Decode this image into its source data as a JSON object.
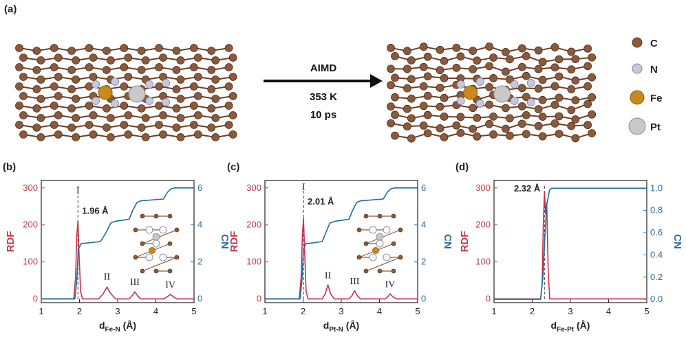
{
  "colors": {
    "rdf": "#c9304a",
    "cn": "#1f6a9b",
    "carbon": "#8b5a3c",
    "nitrogen": "#c6c9dc",
    "iron": "#c98a1b",
    "platinum": "#c9c9c9"
  },
  "structure_panel": {
    "label": "(a)",
    "arrow_lines": [
      "AIMD",
      "353 K",
      "10 ps"
    ],
    "legend": [
      {
        "symbol": "C",
        "color": "#8b5a3c"
      },
      {
        "symbol": "N",
        "color": "#c6c9dc"
      },
      {
        "symbol": "Fe",
        "color": "#c98a1b"
      },
      {
        "symbol": "Pt",
        "color": "#c9c9c9"
      }
    ]
  },
  "chart_data": [
    {
      "type": "line",
      "panel_label": "(b)",
      "xlabel": "d",
      "xlabel_sub": "Fe-N",
      "xlabel_unit": " (Å)",
      "ylabel": "RDF",
      "y2label": "CN",
      "xlim": [
        1,
        5
      ],
      "ylim": [
        -10,
        320
      ],
      "y2lim": [
        -0.2,
        6.4
      ],
      "xticks": [
        1,
        2,
        3,
        4,
        5
      ],
      "yticks": [
        0,
        100,
        200,
        300
      ],
      "y2ticks": [
        0,
        2,
        4,
        6
      ],
      "series": [
        {
          "axis": "left",
          "x": [
            1.0,
            1.85,
            1.9,
            1.93,
            1.96,
            1.99,
            2.03,
            2.08,
            2.5,
            2.62,
            2.72,
            2.82,
            2.95,
            3.3,
            3.38,
            3.45,
            3.52,
            3.6,
            4.2,
            4.3,
            4.38,
            4.46,
            4.55,
            5.0
          ],
          "y": [
            0,
            0,
            60,
            170,
            210,
            120,
            20,
            0,
            0,
            14,
            32,
            14,
            0,
            0,
            9,
            19,
            9,
            0,
            0,
            6,
            12,
            6,
            0,
            0
          ]
        },
        {
          "axis": "right",
          "x": [
            1.0,
            1.88,
            1.93,
            1.97,
            2.05,
            2.1,
            2.55,
            2.7,
            2.82,
            2.95,
            3.3,
            3.4,
            3.5,
            3.6,
            4.2,
            4.3,
            4.4,
            4.5,
            5.0
          ],
          "y": [
            0,
            0,
            1.0,
            2.7,
            3.0,
            3.0,
            3.1,
            3.6,
            4.1,
            4.2,
            4.3,
            4.8,
            5.2,
            5.3,
            5.4,
            5.75,
            5.95,
            6.0,
            6.0
          ]
        }
      ],
      "annotations": [
        {
          "text": "1.96 Å",
          "x": 1.96,
          "y": 230
        },
        {
          "text": "I",
          "x": 1.96,
          "y": 285
        },
        {
          "text": "II",
          "x": 2.72,
          "y": 52
        },
        {
          "text": "III",
          "x": 3.45,
          "y": 38
        },
        {
          "text": "IV",
          "x": 4.38,
          "y": 30
        }
      ],
      "dashed_x": 1.96
    },
    {
      "type": "line",
      "panel_label": "(c)",
      "xlabel": "d",
      "xlabel_sub": "Pt-N",
      "xlabel_unit": " (Å)",
      "ylabel": "RDF",
      "y2label": "CN",
      "xlim": [
        1,
        5
      ],
      "ylim": [
        -10,
        320
      ],
      "y2lim": [
        -0.2,
        6.4
      ],
      "xticks": [
        1,
        2,
        3,
        4,
        5
      ],
      "yticks": [
        0,
        100,
        200,
        300
      ],
      "y2ticks": [
        0,
        2,
        4,
        6
      ],
      "series": [
        {
          "axis": "left",
          "x": [
            1.0,
            1.9,
            1.95,
            1.98,
            2.01,
            2.04,
            2.08,
            2.13,
            2.5,
            2.58,
            2.65,
            2.72,
            2.82,
            3.2,
            3.28,
            3.35,
            3.42,
            3.5,
            4.15,
            4.22,
            4.28,
            4.35,
            4.45,
            5.0
          ],
          "y": [
            0,
            0,
            60,
            170,
            218,
            130,
            20,
            0,
            0,
            14,
            38,
            14,
            0,
            0,
            9,
            22,
            9,
            0,
            0,
            6,
            14,
            6,
            0,
            0
          ]
        },
        {
          "axis": "right",
          "x": [
            1.0,
            1.92,
            1.97,
            2.01,
            2.08,
            2.15,
            2.5,
            2.6,
            2.7,
            2.85,
            3.2,
            3.3,
            3.4,
            3.5,
            4.1,
            4.2,
            4.3,
            4.4,
            5.0
          ],
          "y": [
            0,
            0,
            1.0,
            2.7,
            3.0,
            3.0,
            3.1,
            3.6,
            4.1,
            4.2,
            4.3,
            4.8,
            5.2,
            5.3,
            5.4,
            5.75,
            5.95,
            6.0,
            6.0
          ]
        }
      ],
      "annotations": [
        {
          "text": "2.01 Å",
          "x": 2.01,
          "y": 255
        },
        {
          "text": "I",
          "x": 2.01,
          "y": 295
        },
        {
          "text": "II",
          "x": 2.65,
          "y": 56
        },
        {
          "text": "III",
          "x": 3.35,
          "y": 40
        },
        {
          "text": "IV",
          "x": 4.28,
          "y": 32
        }
      ],
      "dashed_x": 2.01
    },
    {
      "type": "line",
      "panel_label": "(d)",
      "xlabel": "d",
      "xlabel_sub": "Fe-Pt",
      "xlabel_unit": " (Å)",
      "ylabel": "RDF",
      "y2label": "CN",
      "xlim": [
        1,
        5
      ],
      "ylim": [
        -10,
        320
      ],
      "y2lim": [
        -0.03,
        1.07
      ],
      "xticks": [
        1,
        2,
        3,
        4,
        5
      ],
      "yticks": [
        0,
        100,
        200,
        300
      ],
      "y2ticks": [
        0.0,
        0.2,
        0.4,
        0.6,
        0.8,
        1.0
      ],
      "series": [
        {
          "axis": "left",
          "x": [
            1.0,
            2.22,
            2.26,
            2.29,
            2.32,
            2.35,
            2.38,
            2.42,
            2.46,
            5.0
          ],
          "y": [
            0,
            0,
            40,
            200,
            290,
            230,
            260,
            70,
            0,
            0
          ]
        },
        {
          "axis": "right",
          "x": [
            1.0,
            2.22,
            2.28,
            2.33,
            2.38,
            2.45,
            2.5,
            5.0
          ],
          "y": [
            0,
            0,
            0.2,
            0.55,
            0.85,
            0.98,
            1.0,
            1.0
          ]
        }
      ],
      "annotations": [
        {
          "text": "2.32 Å",
          "x": 2.32,
          "y": 290
        }
      ],
      "dashed_x": 2.32
    }
  ]
}
